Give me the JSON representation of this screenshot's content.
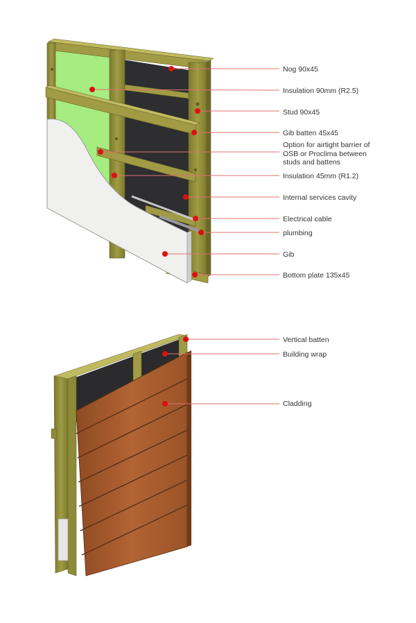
{
  "colors": {
    "timber": "#8d8a38",
    "timber_light": "#b0ab4f",
    "timber_dark": "#5e5b22",
    "insulation": "#a6ec80",
    "cavity": "#2e2e30",
    "gib": "#f0f0ee",
    "cladding": "#a35a2c",
    "cladding_dark": "#7a3f1d",
    "leader_line": "#e07070",
    "marker": "#dd1111"
  },
  "upper_callouts": [
    {
      "label": "Nog 90x45"
    },
    {
      "label": "Insulation 90mm (R2.5)"
    },
    {
      "label": "Stud 90x45"
    },
    {
      "label": "Gib batten 45x45"
    },
    {
      "label": "Option for airtight barrier of",
      "label_2": "OSB or Proclima between",
      "label_3": "studs and battens"
    },
    {
      "label": "Insulation 45mm (R1.2)"
    },
    {
      "label": "Internal services cavity"
    },
    {
      "label": "Electrical cable"
    },
    {
      "label": "plumbing"
    },
    {
      "label": "Gib"
    },
    {
      "label": "Bottom plate 135x45"
    }
  ],
  "lower_callouts": [
    {
      "label": "Vertical batten"
    },
    {
      "label": "Building wrap"
    },
    {
      "label": "Cladding"
    }
  ]
}
